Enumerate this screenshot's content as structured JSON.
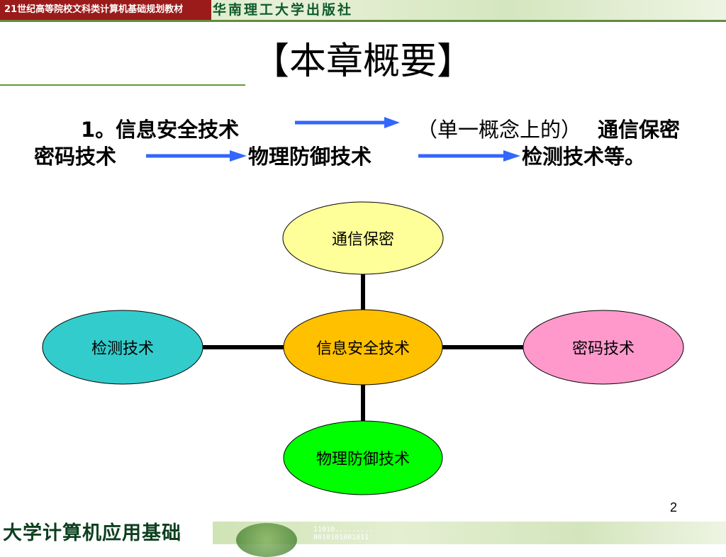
{
  "header": {
    "series_label": "21世纪高等院校文科类计算机基础规划教材",
    "publisher": "华南理工大学出版社"
  },
  "slide": {
    "title": "【本章概要】",
    "overview": {
      "lead": "1。信息安全技术",
      "item1": "（单一概念上的）",
      "item1_bold": "通信保密",
      "item2": "密码技术",
      "item3": "物理防御技术",
      "item4": "检测技术等。"
    }
  },
  "diagram": {
    "center": {
      "label": "信息安全技术",
      "color": "#ffc000"
    },
    "top": {
      "label": "通信保密",
      "color": "#ffff99"
    },
    "left": {
      "label": "检测技术",
      "color": "#33cccc"
    },
    "right": {
      "label": "密码技术",
      "color": "#ff99cc"
    },
    "bottom": {
      "label": "物理防御技术",
      "color": "#00ff00"
    }
  },
  "colors": {
    "arrow": "#3366ff",
    "rule": "#5f9b3c",
    "connector": "#000000"
  },
  "page_number": "2",
  "footer": {
    "course_title": "大学计算机应用基础",
    "binary_line1": "11010.........",
    "binary_line2": "0010101001011"
  }
}
